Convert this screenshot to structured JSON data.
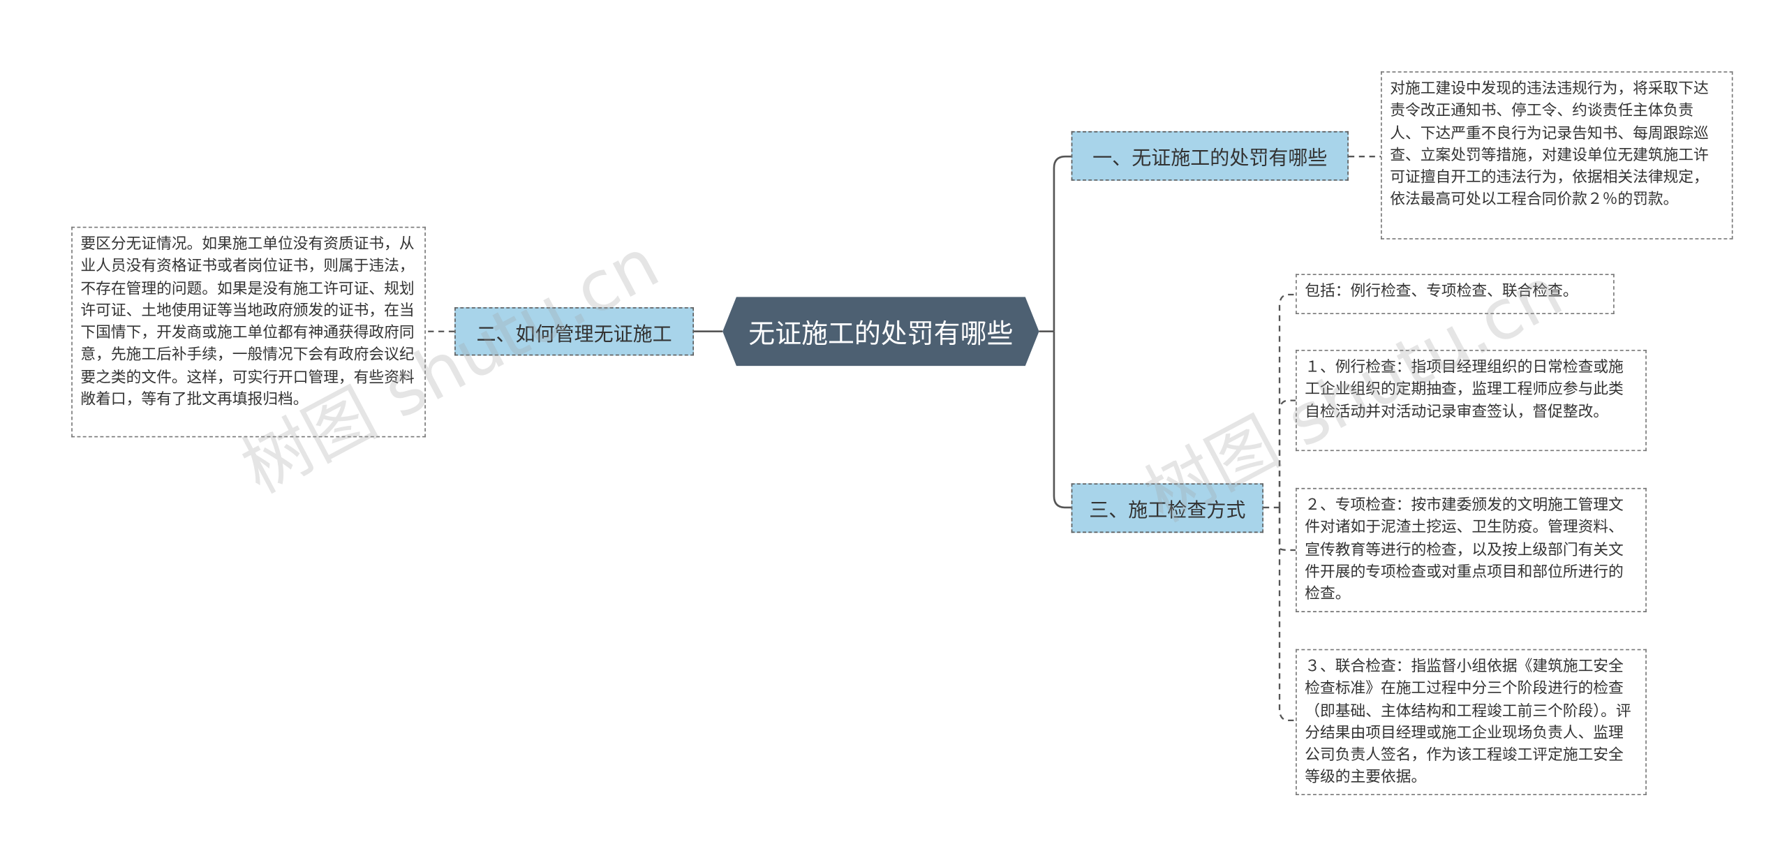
{
  "root": {
    "title": "无证施工的处罚有哪些"
  },
  "branches": [
    {
      "label": "一、无证施工的处罚有哪些",
      "details": [
        "对施工建设中发现的违法违规行为，将采取下达责令改正通知书、停工令、约谈责任主体负责人、下达严重不良行为记录告知书、每周跟踪巡查、立案处罚等措施，对建设单位无建筑施工许可证擅自开工的违法行为，依据相关法律规定，依法最高可处以工程合同价款２％的罚款。"
      ]
    },
    {
      "label": "二、如何管理无证施工",
      "details": [
        "要区分无证情况。如果施工单位没有资质证书，从业人员没有资格证书或者岗位证书，则属于违法，不存在管理的问题。如果是没有施工许可证、规划许可证、土地使用证等当地政府颁发的证书，在当下国情下，开发商或施工单位都有神通获得政府同意，先施工后补手续，一般情况下会有政府会议纪要之类的文件。这样，可实行开口管理，有些资料敞着口，等有了批文再填报归档。"
      ]
    },
    {
      "label": "三、施工检查方式",
      "details": [
        "包括：例行检查、专项检查、联合检查。",
        "１、例行检查：指项目经理组织的日常检查或施工企业组织的定期抽查，监理工程师应参与此类自检活动并对活动记录审查签认，督促整改。",
        "２、专项检查：按市建委颁发的文明施工管理文件对诸如于泥渣土挖运、卫生防疫。管理资料、宣传教育等进行的检查，以及按上级部门有关文件开展的专项检查或对重点项目和部位所进行的检查。",
        "３、联合检查：指监督小组依据《建筑施工安全检查标准》在施工过程中分三个阶段进行的检查（即基础、主体结构和工程竣工前三个阶段）。评分结果由项目经理或施工企业现场负责人、监理公司负责人签名，作为该工程竣工评定施工安全等级的主要依据。"
      ]
    }
  ],
  "watermark": {
    "text": "树图 shutu.cn"
  },
  "colors": {
    "root_fill": "#4d6072",
    "branch_fill": "#a8d4ea",
    "connector": "#555555"
  }
}
